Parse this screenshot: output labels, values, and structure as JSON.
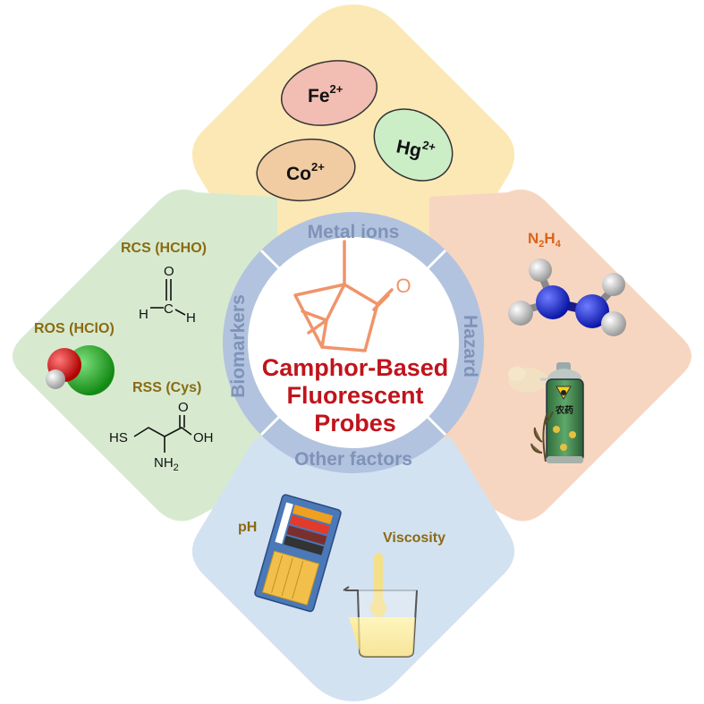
{
  "colors": {
    "metal_panel": "#fbe8b4",
    "biomarker_panel": "#d7ead0",
    "hazard_panel": "#f7d6c1",
    "other_panel": "#d3e2f1",
    "ring": "#b2c3df",
    "title": "#c0141c",
    "camphor": "#f0946a",
    "label_olive": "#8a6a12",
    "label_hydrazine": "#d9641c"
  },
  "center": {
    "title_lines": [
      "Camphor-Based",
      "Fluorescent",
      "Probes"
    ],
    "camphor_oxygen": "O"
  },
  "ring_labels": {
    "top": "Metal ions",
    "left": "Biomarkers",
    "right": "Hazard",
    "bottom": "Other factors"
  },
  "metal_ions": {
    "fe": {
      "base": "Fe",
      "charge": "2+"
    },
    "hg": {
      "base": "Hg",
      "charge": "2+"
    },
    "co": {
      "base": "Co",
      "charge": "2+"
    }
  },
  "biomarkers": {
    "rcs_label": "RCS (HCHO)",
    "ros_label": "ROS (HClO)",
    "rss_label": "RSS (Cys)",
    "hcho_atoms": {
      "o": "O",
      "h_left": "H",
      "c": "C",
      "h_right": "H"
    },
    "cys_atoms": {
      "o": "O",
      "oh": "OH",
      "hs": "HS",
      "nh2_base": "NH",
      "nh2_sub": "2"
    }
  },
  "hazard": {
    "hydrazine": {
      "n": "N",
      "n_sub": "2",
      "h": "H",
      "h_sub": "4"
    },
    "pesticide_text": "农药"
  },
  "other_factors": {
    "ph_label": "pH",
    "viscosity_label": "Viscosity"
  },
  "icons": [
    "hydrazine-molecule-icon",
    "hclo-molecule-icon",
    "pesticide-spray-can-icon",
    "ph-test-strip-icon",
    "viscosity-beaker-icon",
    "skull-warning-icon"
  ]
}
